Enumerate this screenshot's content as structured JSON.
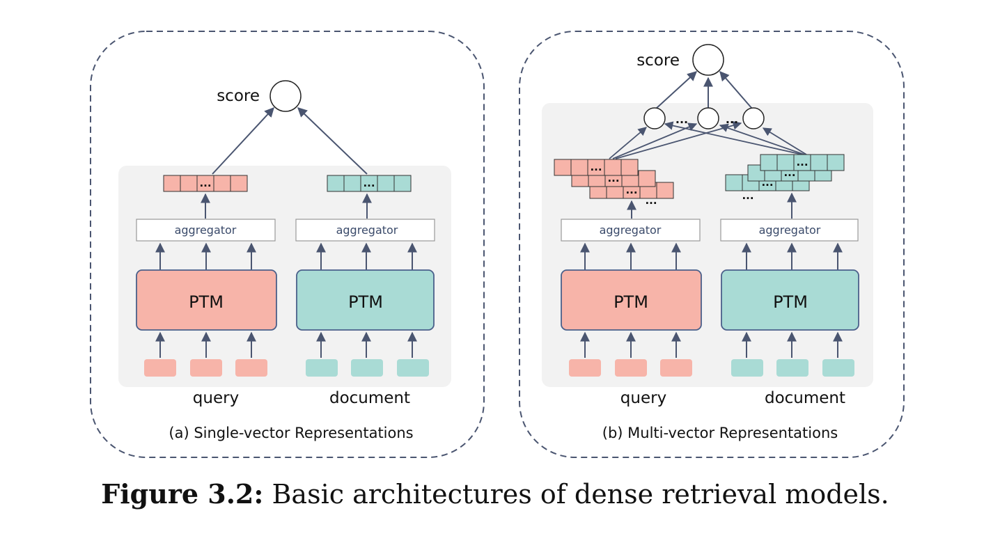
{
  "panels": [
    {
      "caption": "(a) Single-vector Representations",
      "score_label": "score",
      "query_label": "query",
      "document_label": "document",
      "query_encoder_label": "PTM",
      "document_encoder_label": "PTM",
      "query_aggregator_label": "aggregator",
      "document_aggregator_label": "aggregator",
      "query_vector_ellipsis": "...",
      "document_vector_ellipsis": "..."
    },
    {
      "caption": "(b) Multi-vector Representations",
      "score_label": "score",
      "query_label": "query",
      "document_label": "document",
      "query_encoder_label": "PTM",
      "document_encoder_label": "PTM",
      "query_aggregator_label": "aggregator",
      "document_aggregator_label": "aggregator",
      "query_vector_ellipsis": "...",
      "document_vector_ellipsis": "...",
      "node_ellipsis": "...",
      "stack_ellipsis": "..."
    }
  ],
  "figure_caption": {
    "label": "Figure 3.2:",
    "text": "Basic architectures of dense retrieval models."
  },
  "colors": {
    "query": "#f7b4a9",
    "query_border": "#d97c70",
    "document": "#a9dbd5",
    "document_border": "#5a9a92",
    "encoder_border": "#4a5f8a",
    "inner_panel": "#f2f2f2",
    "arrow": "#4a5570",
    "dashed_frame": "#4a5570"
  }
}
